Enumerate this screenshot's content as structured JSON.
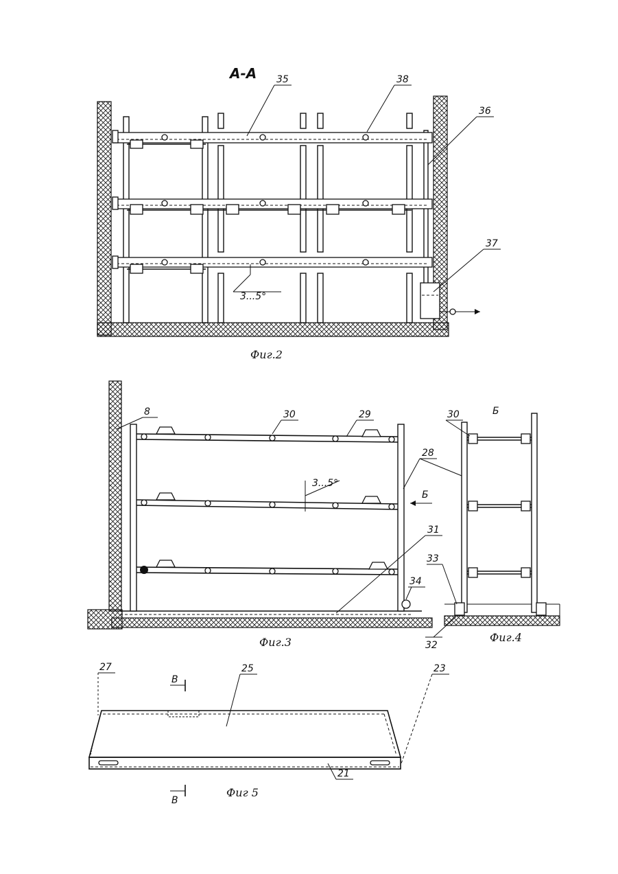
{
  "fig2": {
    "section_title": "A-A",
    "caption": "Фиг.2",
    "refs": [
      "35",
      "38",
      "36",
      "37"
    ],
    "angle": "3...5°"
  },
  "fig3": {
    "caption": "Фиг.3",
    "refs": [
      "8",
      "30",
      "29",
      "28",
      "31",
      "34"
    ],
    "angle": "3...5°",
    "view_arrow": "Б"
  },
  "fig4": {
    "caption": "Фиг.4",
    "view_title": "Б",
    "refs": [
      "30",
      "33",
      "32"
    ]
  },
  "fig5": {
    "caption": "Фиг 5",
    "refs": [
      "27",
      "25",
      "23",
      "21"
    ],
    "section_top": "В",
    "section_bottom": "В"
  }
}
